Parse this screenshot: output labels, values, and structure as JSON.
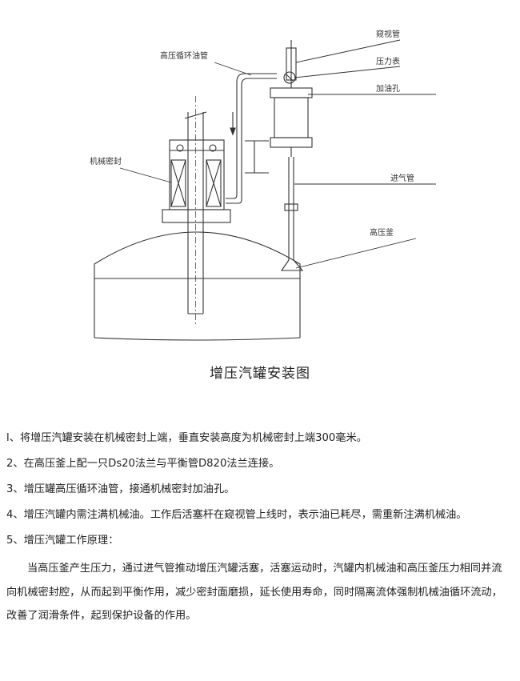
{
  "diagram": {
    "labels": {
      "sight_tube": "窥视管",
      "pressure_gauge": "压力表",
      "oil_hole": "加油孔",
      "circulation_pipe": "高压循环油管",
      "mechanical_seal": "机械密封",
      "air_inlet_pipe": "进气管",
      "vessel": "高压釜"
    }
  },
  "caption": "增压汽罐安装图",
  "notes": [
    {
      "num": "l、",
      "text": "将增压汽罐安装在机械密封上端，垂直安装高度为机械密封上端300毫米。"
    },
    {
      "num": "2、",
      "text": "在高压釜上配一只Ds20法兰与平衡管D820法兰连接。"
    },
    {
      "num": "3、",
      "text": "增压罐高压循环油管，接通机械密封加油孔。"
    },
    {
      "num": "4、",
      "text": "增压汽罐内需注满机械油。工作后活塞杆在窥视管上线时，表示油已耗尽，需重新注满机械油。"
    },
    {
      "num": "5、",
      "text": "增压汽罐工作原理："
    }
  ],
  "principle": "当高压釜产生压力，通过进气管推动增压汽罐活塞，活塞运动时，汽罐内机械油和高压釜压力相同并流向机械密封腔，从而起到平衡作用，减少密封面磨损，延长使用寿命，同时隔离流体强制机械油循环流动，改善了润滑条件，起到保护设备的作用。"
}
